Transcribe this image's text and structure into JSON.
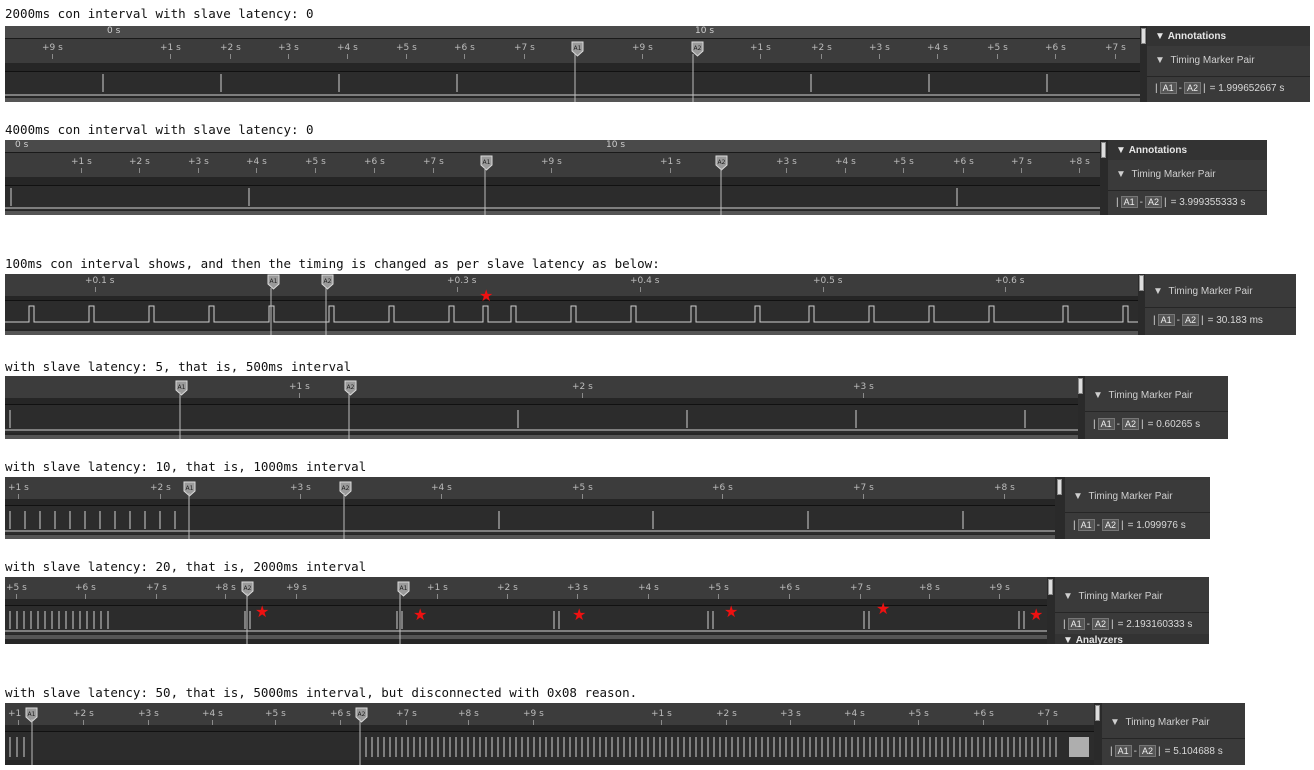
{
  "sections": [
    {
      "caption": "2000ms con interval with slave latency: 0",
      "abs_labels": [
        {
          "text": "0 s"
        },
        {
          "text": "10 s"
        }
      ],
      "rel_labels": [
        "+9 s",
        "+1 s",
        "+2 s",
        "+3 s",
        "+4 s",
        "+5 s",
        "+6 s",
        "+7 s",
        "A1",
        "+9 s",
        "A2",
        "+1 s",
        "+2 s",
        "+3 s",
        "+4 s",
        "+5 s",
        "+6 s",
        "+7 s"
      ],
      "panel": {
        "header": "Annotations",
        "title": "Timing Marker Pair",
        "a1": "A1",
        "a2": "A2",
        "eq": "= 1.999652667 s"
      }
    },
    {
      "caption": "4000ms con interval with slave latency: 0",
      "abs_labels": [
        {
          "text": "0 s"
        },
        {
          "text": "10 s"
        }
      ],
      "rel_labels": [
        "+1 s",
        "+2 s",
        "+3 s",
        "+4 s",
        "+5 s",
        "+6 s",
        "+7 s",
        "A1",
        "+9 s",
        "+1 s",
        "A2",
        "+3 s",
        "+4 s",
        "+5 s",
        "+6 s",
        "+7 s",
        "+8 s"
      ],
      "panel": {
        "header": "Annotations",
        "title": "Timing Marker Pair",
        "a1": "A1",
        "a2": "A2",
        "eq": "= 3.999355333 s"
      }
    },
    {
      "caption": "100ms con interval shows, and then the timing is changed as per slave latency as below:",
      "rel_labels": [
        "+0.1 s",
        "A1",
        "A2",
        "+0.3 s",
        "+0.4 s",
        "+0.5 s",
        "+0.6 s"
      ],
      "panel": {
        "header": "",
        "title": "Timing Marker Pair",
        "a1": "A1",
        "a2": "A2",
        "eq": "= 30.183 ms"
      }
    },
    {
      "caption": "with slave latency: 5, that is, 500ms interval",
      "rel_labels": [
        "A1",
        "+1 s",
        "A2",
        "+2 s",
        "+3 s"
      ],
      "panel": {
        "header": "",
        "title": "Timing Marker Pair",
        "a1": "A1",
        "a2": "A2",
        "eq": "= 0.60265 s"
      }
    },
    {
      "caption": "with slave latency: 10, that is, 1000ms interval",
      "rel_labels": [
        "+1 s",
        "+2 s",
        "A1",
        "+3 s",
        "A2",
        "+4 s",
        "+5 s",
        "+6 s",
        "+7 s",
        "+8 s"
      ],
      "panel": {
        "header": "",
        "title": "Timing Marker Pair",
        "a1": "A1",
        "a2": "A2",
        "eq": "= 1.099976 s"
      }
    },
    {
      "caption": "with slave latency: 20, that is, 2000ms interval",
      "rel_labels": [
        "+5 s",
        "+6 s",
        "+7 s",
        "+8 s",
        "A2",
        "+9 s",
        "A1",
        "+1 s",
        "+2 s",
        "+3 s",
        "+4 s",
        "+5 s",
        "+6 s",
        "+7 s",
        "+8 s",
        "+9 s"
      ],
      "panel": {
        "header": "Analyzers",
        "title": "Timing Marker Pair",
        "a1": "A1",
        "a2": "A2",
        "eq": "= 2.193160333 s"
      }
    },
    {
      "caption": "with slave latency: 50, that is, 5000ms interval, but disconnected with 0x08 reason.",
      "rel_labels": [
        "+1",
        "A1",
        "+2 s",
        "+3 s",
        "+4 s",
        "+5 s",
        "+6 s",
        "A2",
        "+7 s",
        "+8 s",
        "+9 s",
        "+1 s",
        "+2 s",
        "+3 s",
        "+4 s",
        "+5 s",
        "+6 s",
        "+7 s"
      ],
      "panel": {
        "header": "",
        "title": "Timing Marker Pair",
        "a1": "A1",
        "a2": "A2",
        "eq": "= 5.104688 s"
      }
    }
  ]
}
